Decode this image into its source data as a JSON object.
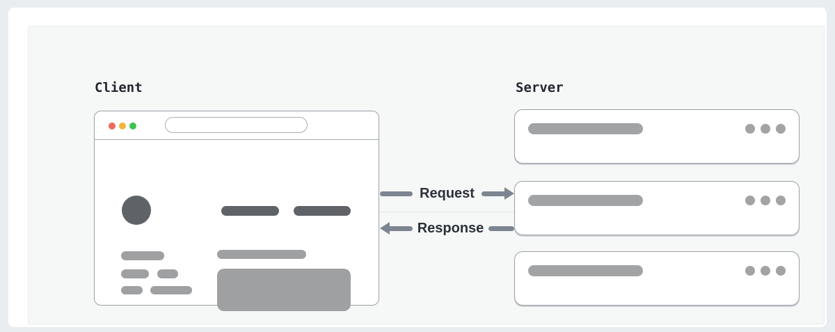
{
  "diagram": {
    "client": {
      "label": "Client",
      "browser_window": {
        "traffic_lights": [
          "red-dot",
          "yellow-dot",
          "green-dot"
        ],
        "url_bar": {
          "value": "",
          "placeholder": ""
        },
        "placeholders": [
          "avatar-circle",
          "heading-line",
          "heading-line",
          "text-line",
          "text-line",
          "text-line",
          "text-line",
          "text-line",
          "text-line",
          "content-block"
        ]
      }
    },
    "server": {
      "label": "Server",
      "node_count": 3,
      "node_contents": [
        "title-bar-placeholder",
        "ellipsis-dots"
      ]
    },
    "flows": [
      {
        "label": "Request",
        "direction": "right",
        "from": "client",
        "to": "server"
      },
      {
        "label": "Response",
        "direction": "left",
        "from": "server",
        "to": "client"
      }
    ],
    "icons": {
      "request_arrow": "arrow-right",
      "response_arrow": "arrow-left",
      "server_menu": "ellipsis-dots"
    },
    "colors": {
      "page_bg": "#eaedef",
      "card_bg": "#ffffff",
      "panel_bg": "#f6f7f7",
      "outline": "#9aa0a6",
      "dark_placeholder": "#5f6266",
      "light_placeholder": "#9fa0a2",
      "arrow": "#7c8591",
      "label_text": "#22272e",
      "flow_text": "#2b313a",
      "traffic_red": "#ee685d",
      "traffic_yellow": "#f2b43c",
      "traffic_green": "#3ec24e"
    }
  }
}
